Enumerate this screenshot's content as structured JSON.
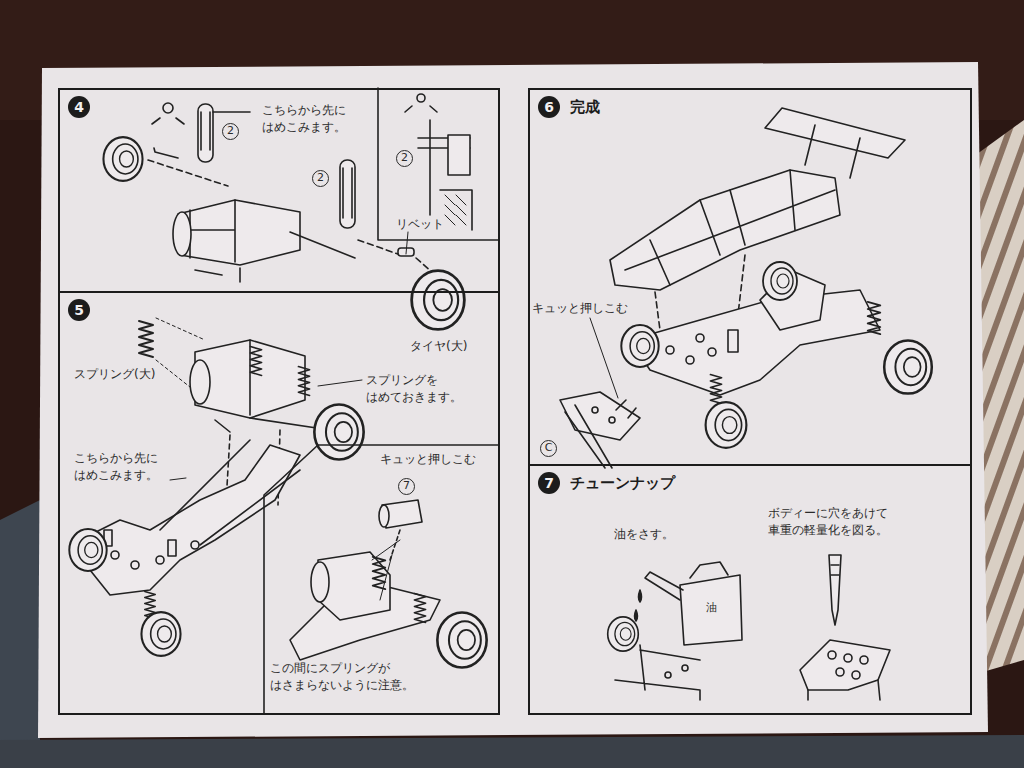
{
  "diagram": {
    "nodes": [
      {
        "text": [
          "4"
        ]
      },
      {
        "text": [
          "5"
        ]
      },
      {
        "text": [
          "6",
          "完成"
        ]
      },
      {
        "text": [
          "7",
          "チューンナップ"
        ]
      }
    ],
    "labels": [
      "こちらから先に はめこみます。",
      "2",
      "2",
      "2",
      "リベット",
      "タイヤ(大)",
      "スプリング(大)",
      "スプリングを はめておきます。",
      "こちらから先に はめこみます。",
      "キュッと押しこむ",
      "7",
      "この間にスプリングが はさまらないように注意。",
      "キュッと押しこむ",
      "C",
      "油をさす。",
      "ボディーに穴をあけて 車重の軽量化を図る。",
      "油"
    ]
  }
}
